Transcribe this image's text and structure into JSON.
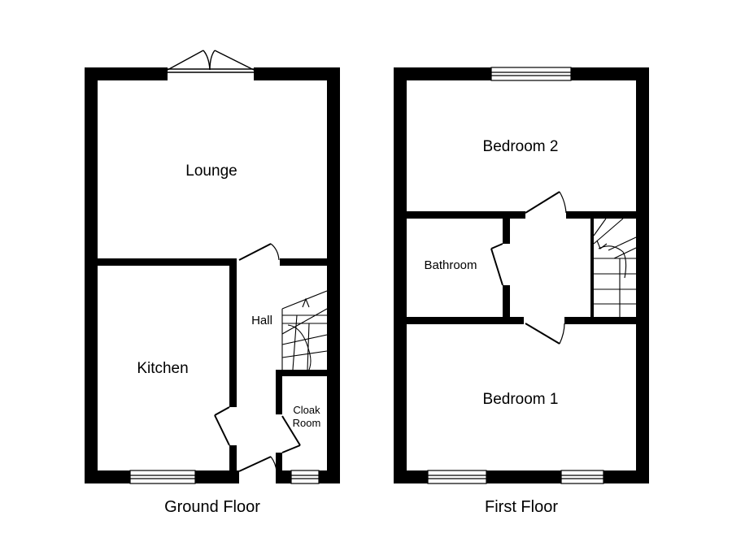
{
  "floors": [
    {
      "label": "Ground Floor",
      "rooms": [
        {
          "name": "Lounge"
        },
        {
          "name": "Kitchen"
        },
        {
          "name": "Hall"
        },
        {
          "name_line1": "Cloak",
          "name_line2": "Room"
        }
      ]
    },
    {
      "label": "First Floor",
      "rooms": [
        {
          "name": "Bedroom 2"
        },
        {
          "name": "Bathroom"
        },
        {
          "name": "Bedroom 1"
        }
      ]
    }
  ],
  "colors": {
    "wall": "#000000",
    "background": "#ffffff",
    "line": "#000000"
  }
}
